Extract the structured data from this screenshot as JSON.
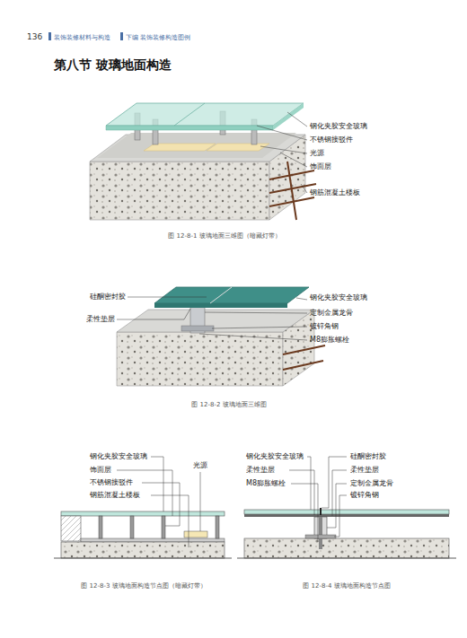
{
  "diagram": {
    "title": "第八节 玻璃地面构造",
    "labels": [
      "136",
      "装饰装修材料与构造",
      "下编 装饰装修构造图例",
      "钢化夹胶安全玻璃",
      "不锈钢接驳件",
      "光源",
      "饰面层",
      "钢筋混凝土楼板",
      "图 12-8-1 玻璃地面三维图（暗藏灯带）",
      "硅酮密封胶",
      "柔性垫层",
      "钢化夹胶安全玻璃",
      "定制金属龙骨",
      "镀锌角钢",
      "M8膨胀螺栓",
      "图 12-8-2 玻璃地面三维图",
      "钢化夹胶安全玻璃",
      "饰面层",
      "不锈钢接驳件",
      "钢筋混凝土楼板",
      "光源",
      "钢化夹胶安全玻璃",
      "柔性垫层",
      "M8膨胀螺栓",
      "硅酮密封胶",
      "柔性垫层",
      "定制金属龙骨",
      "镀锌角钢",
      "图 12-8-3 玻璃地面构造节点图（暗藏灯带）",
      "图 12-8-4 玻璃地面构造节点图"
    ]
  }
}
